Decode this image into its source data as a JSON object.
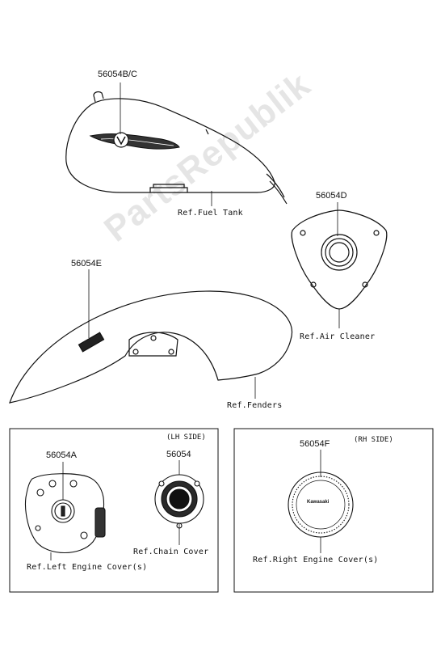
{
  "parts": {
    "tank_decal": "56054B/C",
    "air_cleaner_decal": "56054D",
    "fender_decal": "56054E",
    "left_cover_decal": "56054A",
    "chain_cover_decal": "56054",
    "right_cover_decal": "56054F"
  },
  "refs": {
    "fuel_tank": "Ref.Fuel Tank",
    "air_cleaner": "Ref.Air Cleaner",
    "fenders": "Ref.Fenders",
    "chain_cover": "Ref.Chain Cover",
    "left_engine_cover": "Ref.Left Engine Cover(s)",
    "right_engine_cover": "Ref.Right Engine Cover(s)"
  },
  "sides": {
    "lh": "(LH SIDE)",
    "rh": "(RH SIDE)"
  },
  "watermark": "PartsRepublik",
  "badge_text": "Kawasaki"
}
